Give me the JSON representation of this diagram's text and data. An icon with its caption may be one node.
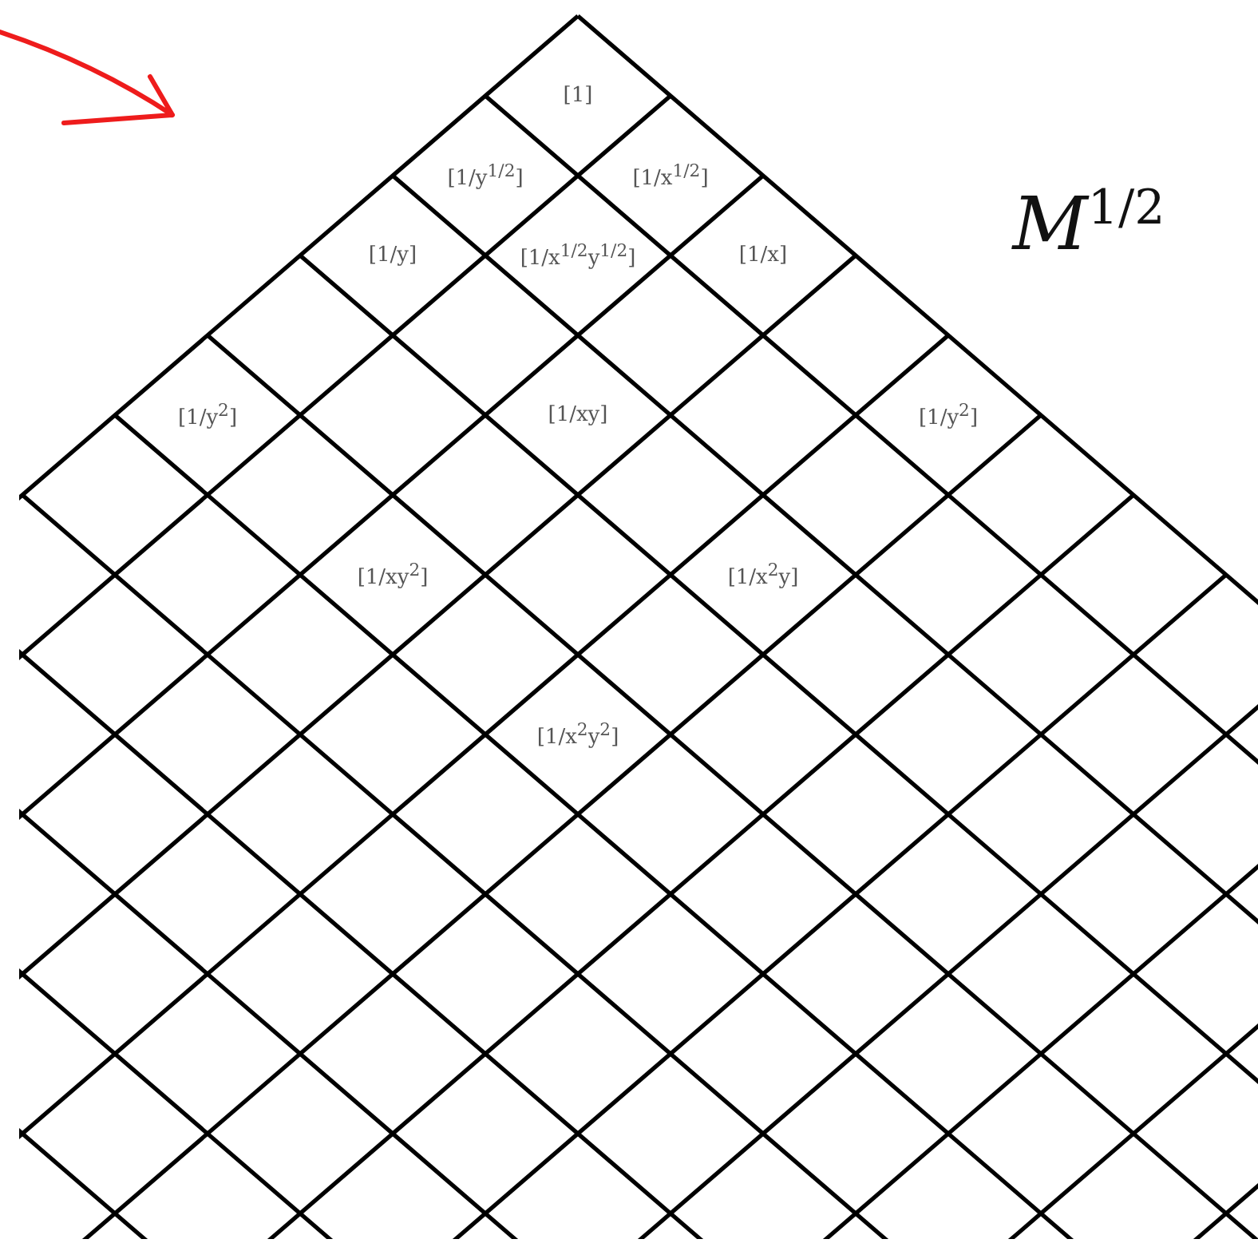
{
  "diagram": {
    "labels": [
      "[1]",
      "[1/y$^{1/2}$]",
      "[1/x$^{1/2}$]",
      "M$^{1/2}$",
      "[1/y]",
      "[1/x$^{1/2}$y$^{1/2}$]",
      "[1/x]",
      "[1/y$^{2}$]",
      "[1/y$^{2}$]",
      "[1/xy]",
      "[1/x$^{2}$y]",
      "[1/xy$^{2}$]",
      "[1/x$^{2}$y$^{2}$]"
    ]
  }
}
